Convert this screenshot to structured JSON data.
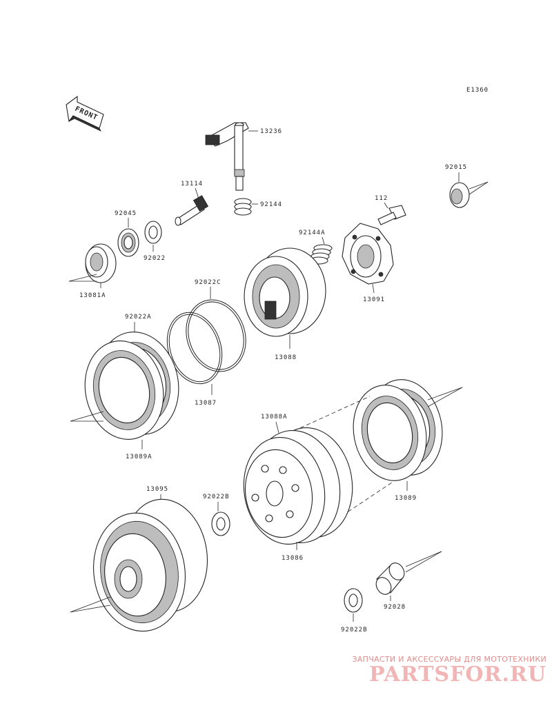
{
  "diagram": {
    "code": "E1360",
    "front_label": "FRONT",
    "parts": [
      {
        "id": "p13236",
        "label": "13236"
      },
      {
        "id": "p92144",
        "label": "92144"
      },
      {
        "id": "p13114",
        "label": "13114"
      },
      {
        "id": "p92045",
        "label": "92045"
      },
      {
        "id": "p92022",
        "label": "92022"
      },
      {
        "id": "p13081a",
        "label": "13081A"
      },
      {
        "id": "p92015",
        "label": "92015"
      },
      {
        "id": "p112",
        "label": "112"
      },
      {
        "id": "p92144a",
        "label": "92144A"
      },
      {
        "id": "p13091",
        "label": "13091"
      },
      {
        "id": "p92022c",
        "label": "92022C"
      },
      {
        "id": "p13087",
        "label": "13087"
      },
      {
        "id": "p13088",
        "label": "13088"
      },
      {
        "id": "p92022a",
        "label": "92022A"
      },
      {
        "id": "p13089a",
        "label": "13089A"
      },
      {
        "id": "p13088a",
        "label": "13088A"
      },
      {
        "id": "p13089",
        "label": "13089"
      },
      {
        "id": "p13095",
        "label": "13095"
      },
      {
        "id": "p92022b_1",
        "label": "92022B"
      },
      {
        "id": "p13086",
        "label": "13086"
      },
      {
        "id": "p92028",
        "label": "92028"
      },
      {
        "id": "p92022b_2",
        "label": "92022B"
      }
    ]
  },
  "watermark": {
    "tagline": "ЗАПЧАСТИ И АКСЕССУАРЫ ДЛЯ МОТОТЕХНИКИ",
    "logo_text": "PARTSFOR.RU"
  }
}
